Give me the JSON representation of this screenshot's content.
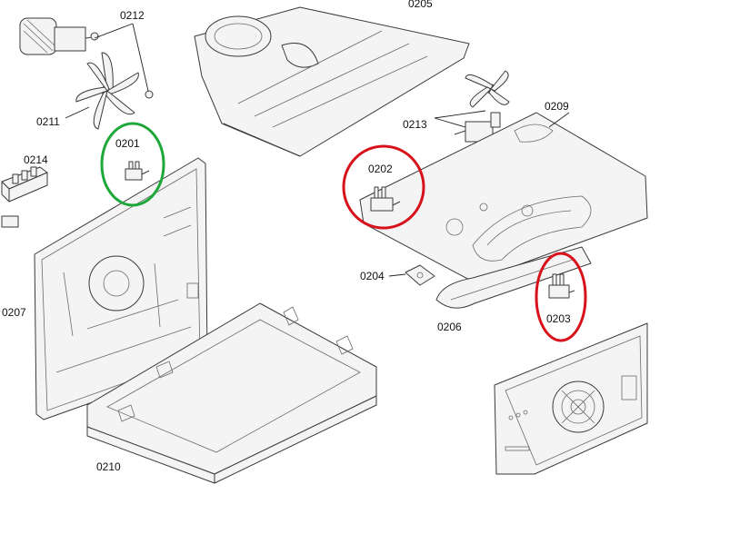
{
  "labels": {
    "p0201": "0201",
    "p0202": "0202",
    "p0203": "0203",
    "p0204": "0204",
    "p0205": "0205",
    "p0206": "0206",
    "p0207": "0207",
    "p0209": "0209",
    "p0210": "0210",
    "p0211": "0211",
    "p0212": "0212",
    "p0213": "0213",
    "p0214": "0214"
  },
  "highlights": {
    "green": "#1fa83a",
    "red": "#d8121b"
  },
  "colors": {
    "line": "#3a3a3a",
    "background": "#ffffff"
  }
}
